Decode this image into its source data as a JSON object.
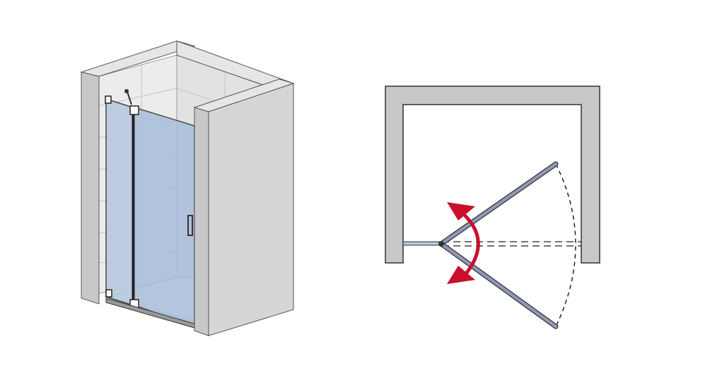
{
  "colors": {
    "wall_front": "#c8c8c8",
    "wall_side": "#d6d6d6",
    "wall_top": "#e4e4e4",
    "tile_light": "#ececec",
    "tile_dark": "#dcdcdc",
    "glass": "#a9bedb",
    "glass_dark": "#8fa9cf",
    "outline": "#2a2a2a",
    "plan_wall": "#c8c8c8",
    "plan_door": "#8f98b8",
    "arrow_red": "#c8102e",
    "fixed_panel": "#b7c6dc"
  },
  "diagram": {
    "left_view": "isometric-shower-enclosure",
    "right_view": "top-plan-pivot-door",
    "door_swing": "bi-directional"
  }
}
